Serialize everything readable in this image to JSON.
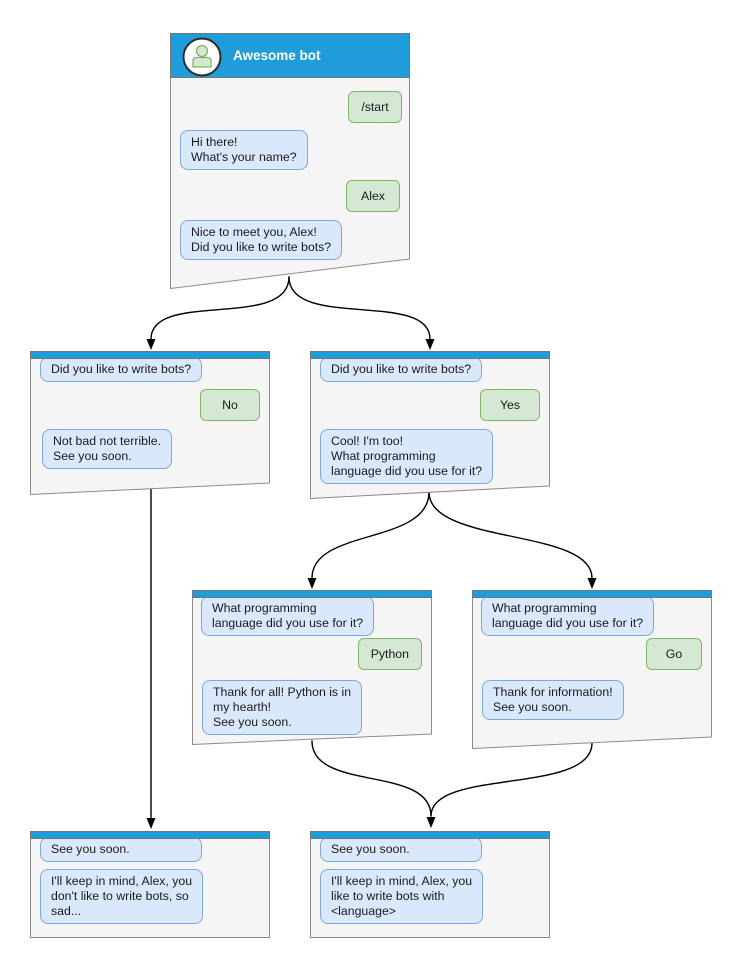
{
  "diagram": {
    "main_window": {
      "title": "Awesome bot",
      "avatar_icon": "person-icon",
      "messages": [
        {
          "from": "user",
          "text": "/start"
        },
        {
          "from": "bot",
          "text": "Hi there!\nWhat's your name?"
        },
        {
          "from": "user",
          "text": "Alex"
        },
        {
          "from": "bot",
          "text": "Nice to meet you, Alex!\nDid you like to write bots?"
        }
      ]
    },
    "branch_no": {
      "messages": [
        {
          "from": "bot",
          "text": "Did you like to write bots?"
        },
        {
          "from": "user",
          "text": "No"
        },
        {
          "from": "bot",
          "text": "Not bad not terrible.\nSee you soon."
        }
      ]
    },
    "branch_yes": {
      "messages": [
        {
          "from": "bot",
          "text": "Did you like to write bots?"
        },
        {
          "from": "user",
          "text": "Yes"
        },
        {
          "from": "bot",
          "text": "Cool! I'm too!\nWhat programming\nlanguage did you use for it?"
        }
      ]
    },
    "branch_python": {
      "messages": [
        {
          "from": "bot",
          "text": "What programming\nlanguage did you use for it?"
        },
        {
          "from": "user",
          "text": "Python"
        },
        {
          "from": "bot",
          "text": "Thank for all! Python is in\nmy hearth!\nSee you soon."
        }
      ]
    },
    "branch_go": {
      "messages": [
        {
          "from": "bot",
          "text": "What programming\nlanguage did you use for it?"
        },
        {
          "from": "user",
          "text": "Go"
        },
        {
          "from": "bot",
          "text": "Thank for information!\nSee you soon."
        }
      ]
    },
    "end_no": {
      "messages": [
        {
          "from": "bot",
          "text": "See you soon."
        },
        {
          "from": "bot",
          "text": "I'll keep in mind, Alex, you\ndon't like to write bots, so\nsad..."
        }
      ]
    },
    "end_language": {
      "messages": [
        {
          "from": "bot",
          "text": "See you soon."
        },
        {
          "from": "bot",
          "text": "I'll keep in mind, Alex, you\nlike to write bots with\n<language>"
        }
      ]
    },
    "colors": {
      "header_blue": "#1e9dda",
      "bot_bubble_fill": "#dae8fc",
      "bot_bubble_stroke": "#7ea6e0",
      "user_bubble_fill": "#d5e8d4",
      "user_bubble_stroke": "#82b366",
      "window_fill": "#f5f5f5",
      "window_stroke": "#8c8c8c",
      "connector": "#000000"
    }
  }
}
